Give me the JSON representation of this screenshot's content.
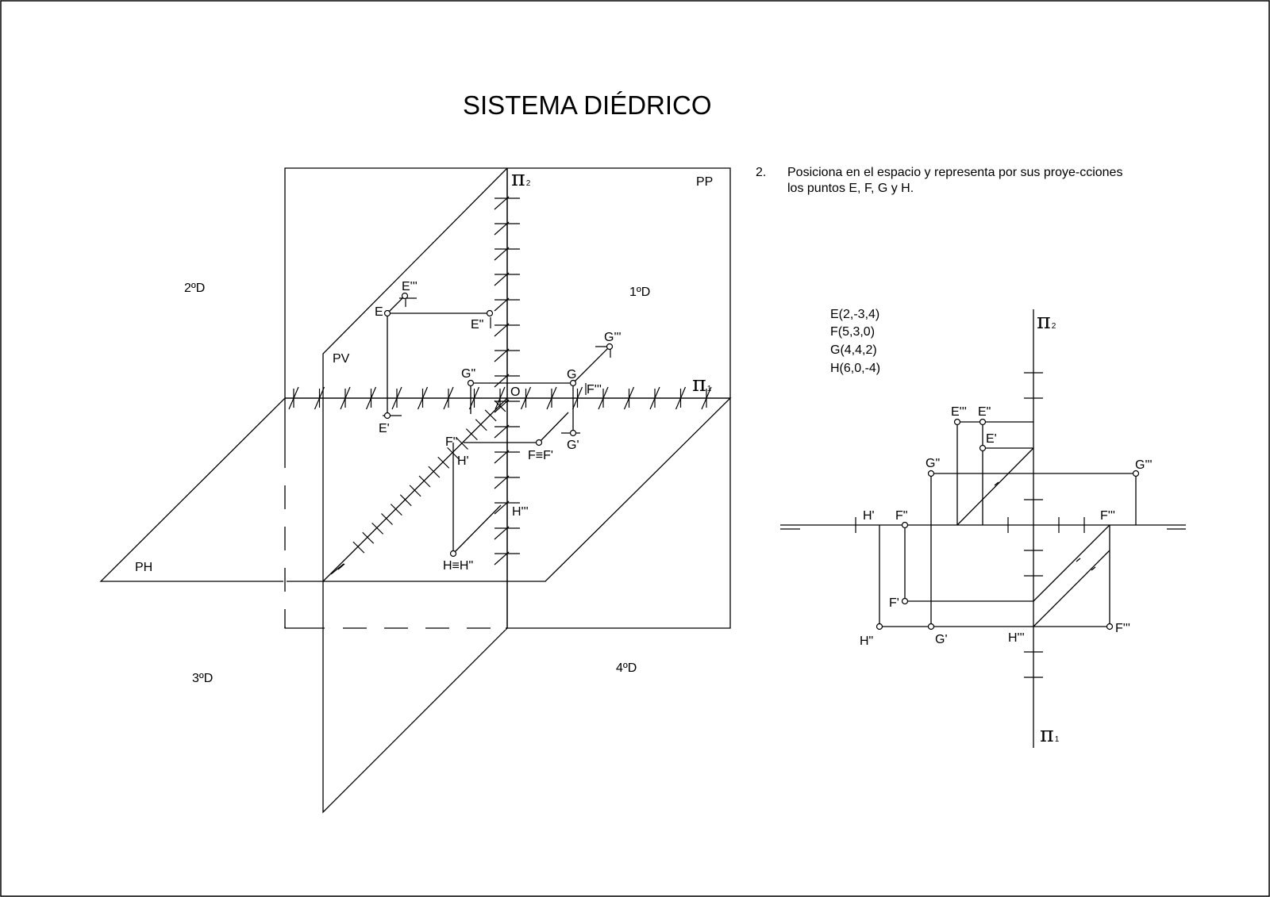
{
  "title": "SISTEMA DIÉDRICO",
  "exercise": {
    "number": "2.",
    "line1": "Posiciona en el espacio y representa por sus proye-cciones",
    "line2": "los puntos E, F, G y H."
  },
  "points": [
    "E(2,-3,4)",
    "F(5,3,0)",
    "G(4,4,2)",
    "H(6,0,-4)"
  ],
  "perspective": {
    "dihedra": [
      "2ºD",
      "1ºD",
      "3ºD",
      "4ºD"
    ],
    "planes": {
      "vertical": "PV",
      "horizontal": "PH",
      "profile": "PP"
    },
    "origin": "O",
    "pi": "π",
    "pi2_sub": "2",
    "pi1_sub": "1",
    "labels": {
      "E": "E",
      "E2": "E\"",
      "E3": "E'''",
      "E1": "E'",
      "G": "G",
      "G2": "G\"",
      "G3": "G'''",
      "G1": "G'",
      "F2": "F\"",
      "F3": "F'''",
      "FF1": "F≡F'",
      "H1": "H'",
      "H3": "H'''",
      "HH2": "H≡H\""
    }
  },
  "projection": {
    "pi": "π",
    "pi2_sub": "2",
    "pi1_sub": "1",
    "labels": {
      "E3": "E'''",
      "E2": "E\"",
      "E1": "E'",
      "G2": "G\"",
      "G3": "G'''",
      "G1": "G'",
      "H1": "H'",
      "F2": "F\"",
      "F3top": "F'''",
      "F1": "F'",
      "H2": "H\"",
      "H3": "H'''",
      "F3bottom": "F'''"
    }
  }
}
